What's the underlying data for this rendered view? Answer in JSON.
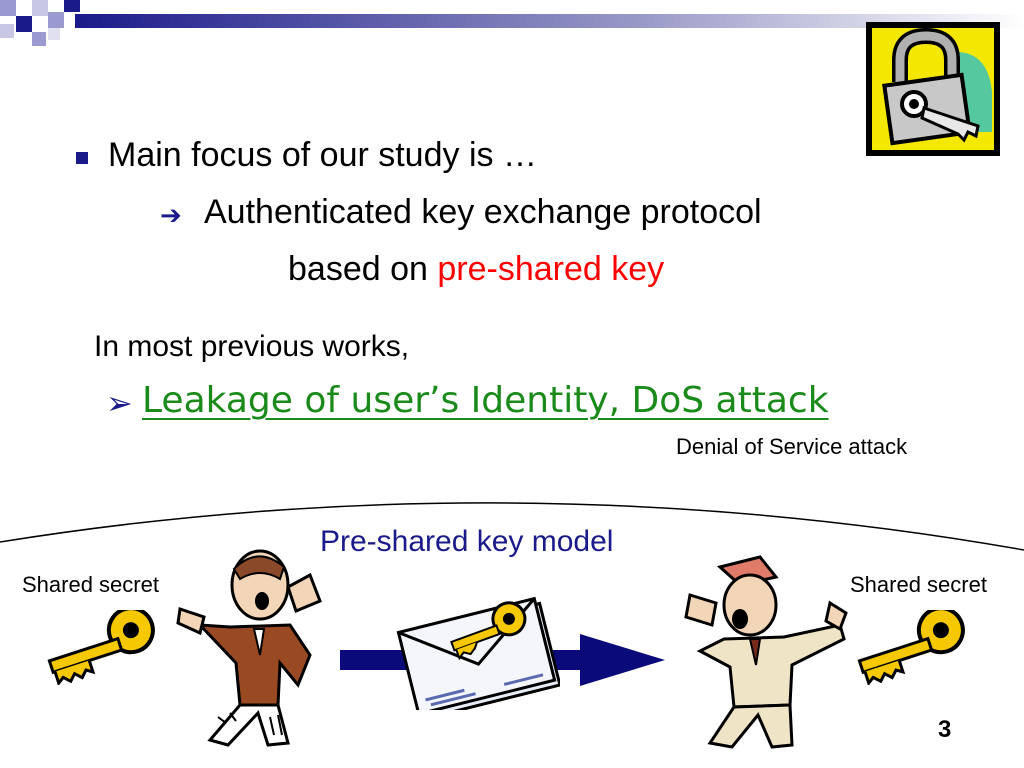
{
  "slide": {
    "bullet1": "Main focus of our study is …",
    "bullet2": "Authenticated key exchange protocol",
    "line3_prefix": "based on ",
    "line3_highlight": "pre-shared key",
    "previous": "In most previous works,",
    "leakage": "Leakage of user’s Identity, DoS attack",
    "dos_note": "Denial of Service attack",
    "model_title": "Pre-shared key model",
    "shared_left": "Shared secret",
    "shared_right": "Shared secret",
    "page_number": "3"
  },
  "colors": {
    "bullet_blue": "#1a1a8a",
    "red_highlight": "#ff0000",
    "green_link": "#1a8a1a"
  },
  "icons": [
    "lock-key-icon",
    "key-icon",
    "envelope-key-icon",
    "arrow-right-icon",
    "man-speaking-icon"
  ]
}
